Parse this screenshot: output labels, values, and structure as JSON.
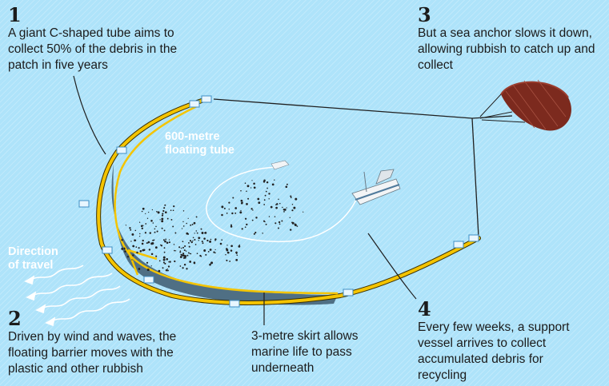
{
  "steps": [
    {
      "num": "1",
      "text": "A giant C-shaped tube aims to collect 50% of the debris in the patch in five years"
    },
    {
      "num": "2",
      "text": "Driven by wind and waves, the floating barrier moves with the plastic and other rubbish"
    },
    {
      "num": "3",
      "text": "But a sea anchor slows it down, allowing rubbish to catch up and collect"
    },
    {
      "num": "4",
      "text": "Every few weeks, a support vessel arrives to collect accumulated debris for recycling"
    }
  ],
  "labels": {
    "tube": "600-metre floating tube",
    "direction": "Direction of travel",
    "skirt": "3-metre skirt allows marine life to pass underneath"
  },
  "colors": {
    "sea": "#aee3fa",
    "tube": "#f4c400",
    "skirt": "#4f6f84",
    "anchor": "#7c2a1e",
    "vessel": "#f2f4f6",
    "debris": "#222222"
  }
}
